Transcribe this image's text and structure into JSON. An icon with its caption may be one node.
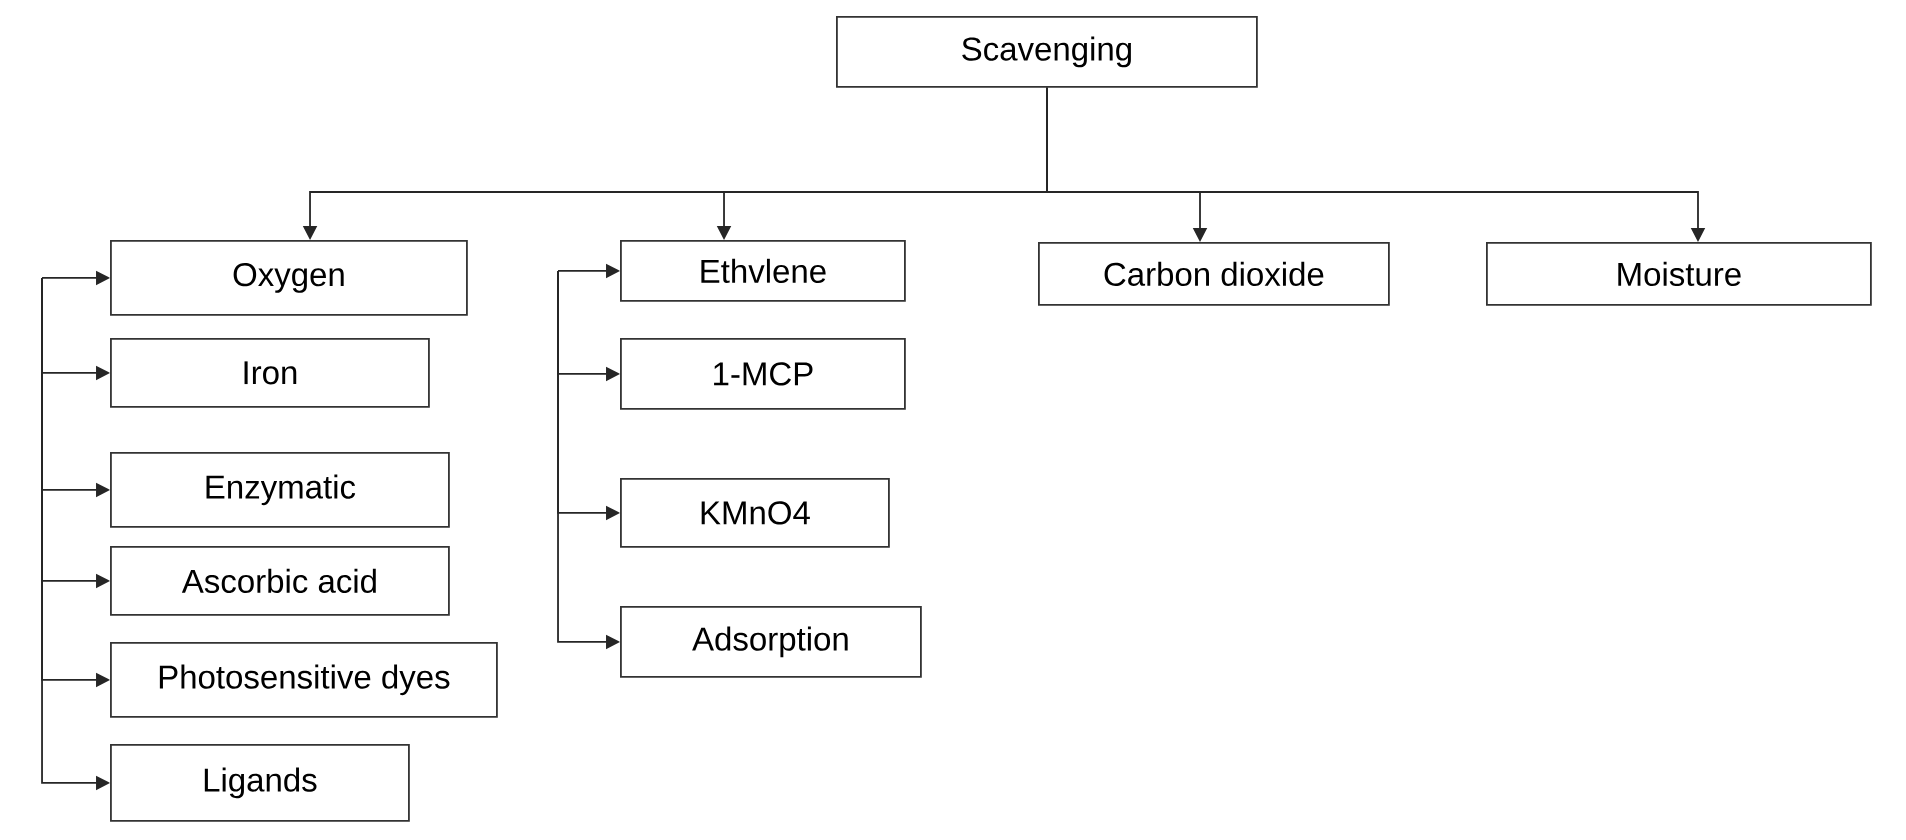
{
  "diagram": {
    "nodes": [
      {
        "text": [
          "Scavenging"
        ]
      },
      {
        "text": [
          "Oxygen"
        ]
      },
      {
        "text": [
          "Ethvlene"
        ]
      },
      {
        "text": [
          "Carbon dioxide"
        ]
      },
      {
        "text": [
          "Moisture"
        ]
      },
      {
        "text": [
          "Iron"
        ]
      },
      {
        "text": [
          "Enzymatic"
        ]
      },
      {
        "text": [
          "Ascorbic acid"
        ]
      },
      {
        "text": [
          "Photosensitive dyes"
        ]
      },
      {
        "text": [
          "Ligands"
        ]
      },
      {
        "text": [
          "1-MCP"
        ]
      },
      {
        "text": [
          "KMnO4"
        ]
      },
      {
        "text": [
          "Adsorption"
        ]
      }
    ],
    "edges": [
      {
        "from": 0,
        "to": 1,
        "arrow": "to"
      },
      {
        "from": 0,
        "to": 2,
        "arrow": "to"
      },
      {
        "from": 0,
        "to": 3,
        "arrow": "to"
      },
      {
        "from": 0,
        "to": 4,
        "arrow": "to"
      },
      {
        "from": null,
        "to": 1,
        "arrow": "to"
      },
      {
        "from": null,
        "to": 5,
        "arrow": "to"
      },
      {
        "from": null,
        "to": 6,
        "arrow": "to"
      },
      {
        "from": null,
        "to": 7,
        "arrow": "to"
      },
      {
        "from": null,
        "to": 8,
        "arrow": "to"
      },
      {
        "from": null,
        "to": 9,
        "arrow": "to"
      },
      {
        "from": null,
        "to": 2,
        "arrow": "to"
      },
      {
        "from": null,
        "to": 10,
        "arrow": "to"
      },
      {
        "from": null,
        "to": 11,
        "arrow": "to"
      },
      {
        "from": null,
        "to": 12,
        "arrow": "to"
      }
    ]
  }
}
